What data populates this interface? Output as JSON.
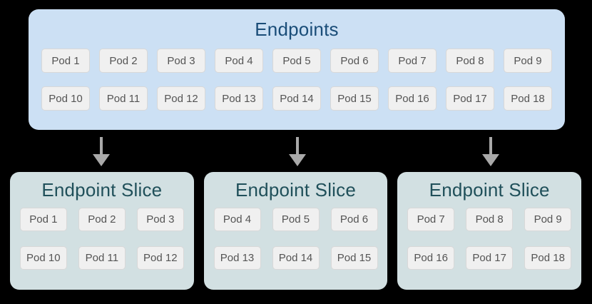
{
  "endpoints_box": {
    "title": "Endpoints",
    "row1": [
      "Pod 1",
      "Pod 2",
      "Pod 3",
      "Pod 4",
      "Pod 5",
      "Pod 6",
      "Pod 7",
      "Pod 8",
      "Pod 9"
    ],
    "row2": [
      "Pod 10",
      "Pod 11",
      "Pod 12",
      "Pod 13",
      "Pod 14",
      "Pod 15",
      "Pod 16",
      "Pod 17",
      "Pod 18"
    ]
  },
  "slices": [
    {
      "title": "Endpoint Slice",
      "row1": [
        "Pod 1",
        "Pod 2",
        "Pod 3"
      ],
      "row2": [
        "Pod 10",
        "Pod 11",
        "Pod 12"
      ]
    },
    {
      "title": "Endpoint Slice",
      "row1": [
        "Pod 4",
        "Pod 5",
        "Pod 6"
      ],
      "row2": [
        "Pod 13",
        "Pod 14",
        "Pod 15"
      ]
    },
    {
      "title": "Endpoint Slice",
      "row1": [
        "Pod 7",
        "Pod 8",
        "Pod 9"
      ],
      "row2": [
        "Pod 16",
        "Pod 17",
        "Pod 18"
      ]
    }
  ],
  "colors": {
    "canvas_bg": "#000000",
    "endpoints_box_bg": "#cce0f4",
    "endpoints_title": "#1a4d78",
    "slice_box_bg": "#d2e0e2",
    "slice_title": "#20505a",
    "pod_bg": "#f0f0f0",
    "pod_border": "#d8d8d8",
    "pod_text": "#545454",
    "arrow": "#a9a9a9"
  }
}
